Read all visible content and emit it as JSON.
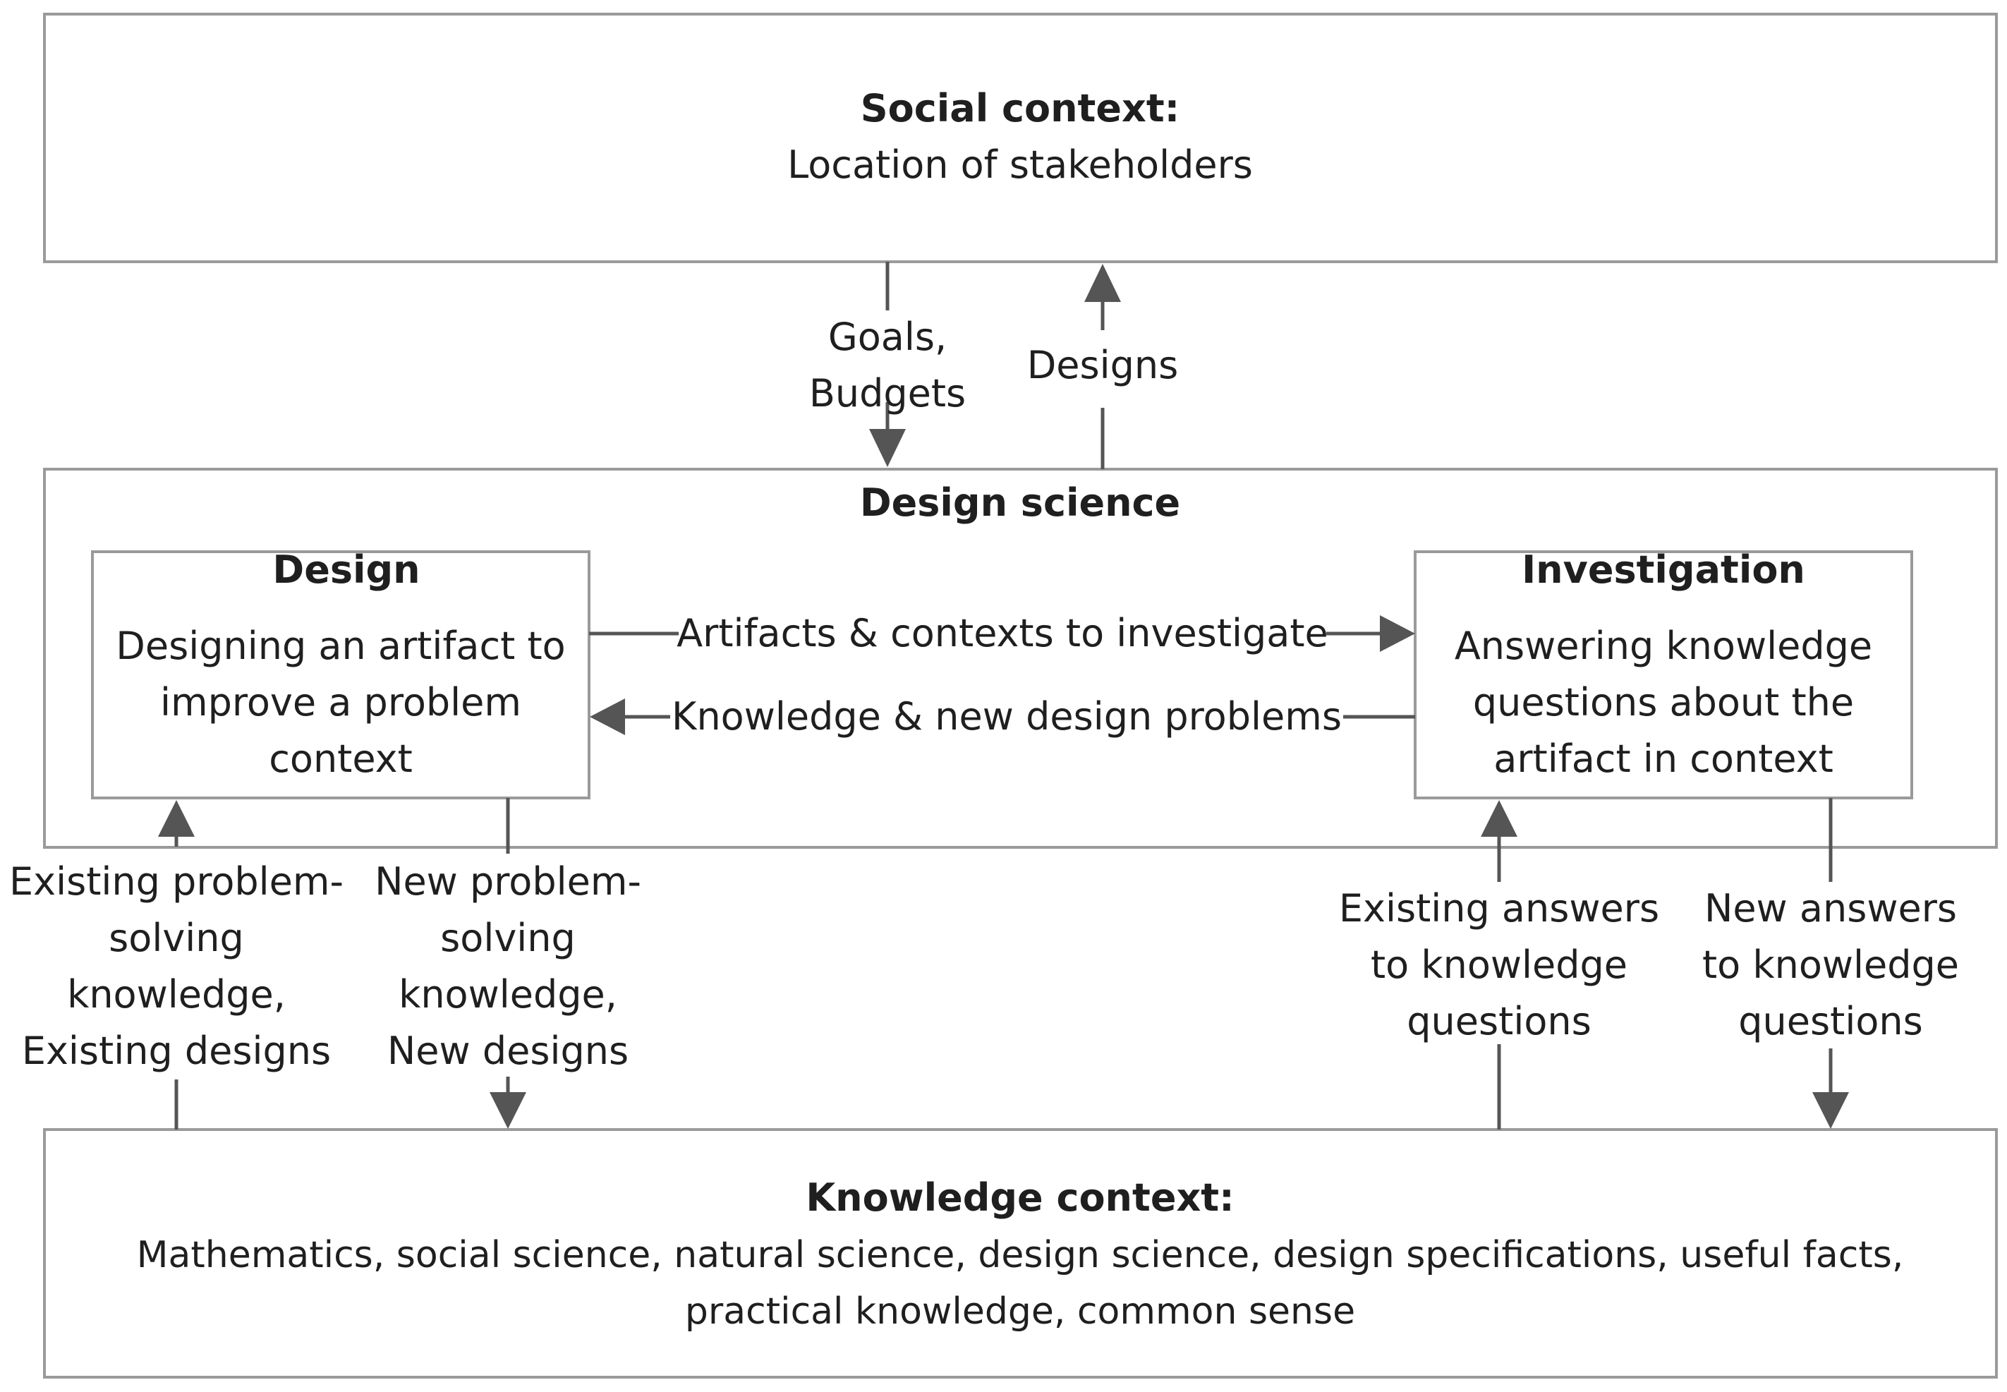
{
  "social_context": {
    "title": "Social context:",
    "subtitle": "Location of stakeholders"
  },
  "design_science": {
    "title": "Design science"
  },
  "design": {
    "title": "Design",
    "lines": [
      "Designing an artifact to",
      "improve a problem",
      "context"
    ]
  },
  "investigation": {
    "title": "Investigation",
    "lines": [
      "Answering knowledge",
      "questions about the",
      "artifact in context"
    ]
  },
  "knowledge_context": {
    "title": "Knowledge context:",
    "lines": [
      "Mathematics, social science, natural science, design science, design specifications, useful facts,",
      "practical knowledge, common sense"
    ]
  },
  "flows": {
    "goals_budgets": [
      "Goals,",
      "Budgets"
    ],
    "designs": "Designs",
    "artifacts_to_investigate": "Artifacts & contexts to investigate",
    "knowledge_new_problems": "Knowledge & new design problems",
    "existing_problem_solving": [
      "Existing problem-",
      "solving",
      "knowledge,",
      "Existing designs"
    ],
    "new_problem_solving": [
      "New problem-",
      "solving",
      "knowledge,",
      "New designs"
    ],
    "existing_answers": [
      "Existing answers",
      "to  knowledge",
      "questions"
    ],
    "new_answers": [
      "New answers",
      "to  knowledge",
      "questions"
    ]
  }
}
